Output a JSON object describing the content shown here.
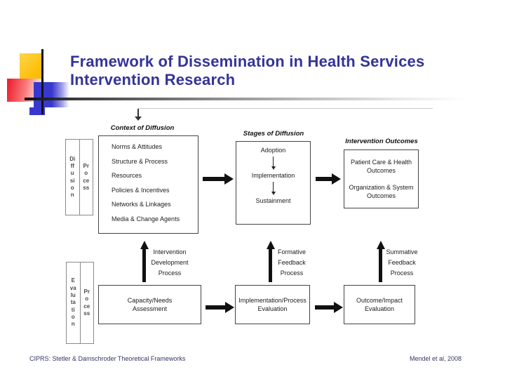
{
  "slide": {
    "title": "Framework of Dissemination in Health Services\nIntervention Research",
    "footer_left": "CIPRS: Stetler & Damschroder Theoretical Frameworks",
    "footer_right": "Mendel et al, 2008"
  },
  "colors": {
    "title_text": "#333399",
    "footer_text": "#333366",
    "diagram_ink": "#1b1b1b",
    "logo_yellow": "#FDC20E",
    "logo_red": "#EE2233",
    "logo_blue": "#3838CF"
  },
  "diagram": {
    "context": {
      "header": "Context of Diffusion",
      "items": [
        "Norms & Attitudes",
        "Structure & Process",
        "Resources",
        "Policies & Incentives",
        "Networks & Linkages",
        "Media & Change Agents"
      ]
    },
    "stages": {
      "header": "Stages of Diffusion",
      "steps": [
        "Adoption",
        "Implementation",
        "Sustainment"
      ]
    },
    "outcomes": {
      "header": "Intervention Outcomes",
      "items": [
        "Patient Care & Health\nOutcomes",
        "Organization & System\nOutcomes"
      ]
    },
    "sidebar_top": {
      "word1": "Diffusion",
      "word2": "Process"
    },
    "sidebar_bottom": {
      "word1": "Evalutation",
      "word2": "Process"
    },
    "feedback_labels": {
      "development": "Intervention\nDevelopment\nProcess",
      "formative": "Formative\nFeedback\nProcess",
      "summative": "Summative\nFeedback\nProcess"
    },
    "evaluation_boxes": {
      "capacity": "Capacity/Needs\nAssessment",
      "implementation": "Implementation/Process\nEvaluation",
      "outcome": "Outcome/Impact\nEvaluation"
    }
  }
}
